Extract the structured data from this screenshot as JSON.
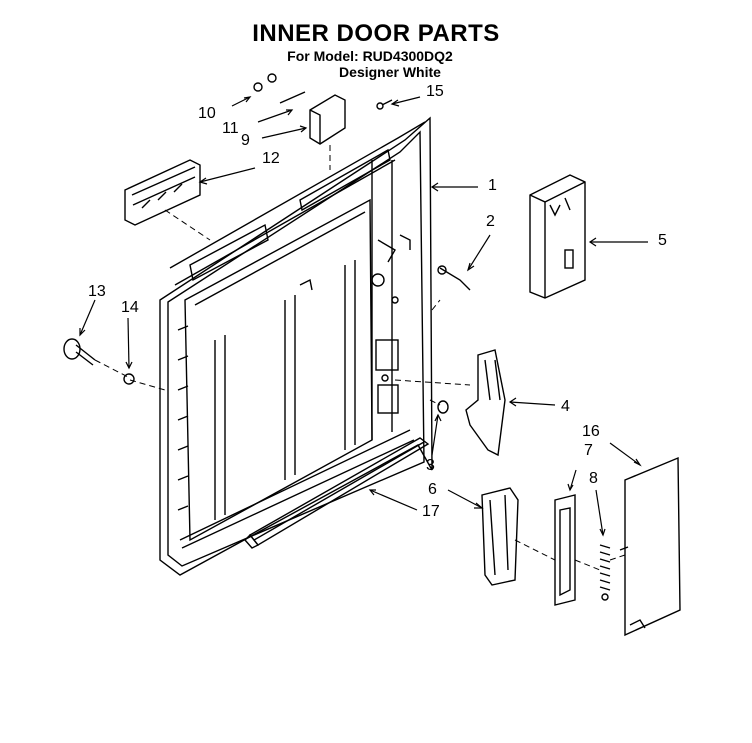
{
  "title": "INNER DOOR PARTS",
  "model_line": "For Model: RUD4300DQ2",
  "color_line": "Designer White",
  "callouts": [
    "1",
    "2",
    "3",
    "4",
    "5",
    "6",
    "7",
    "8",
    "9",
    "10",
    "11",
    "12",
    "13",
    "14",
    "15",
    "16",
    "17"
  ]
}
